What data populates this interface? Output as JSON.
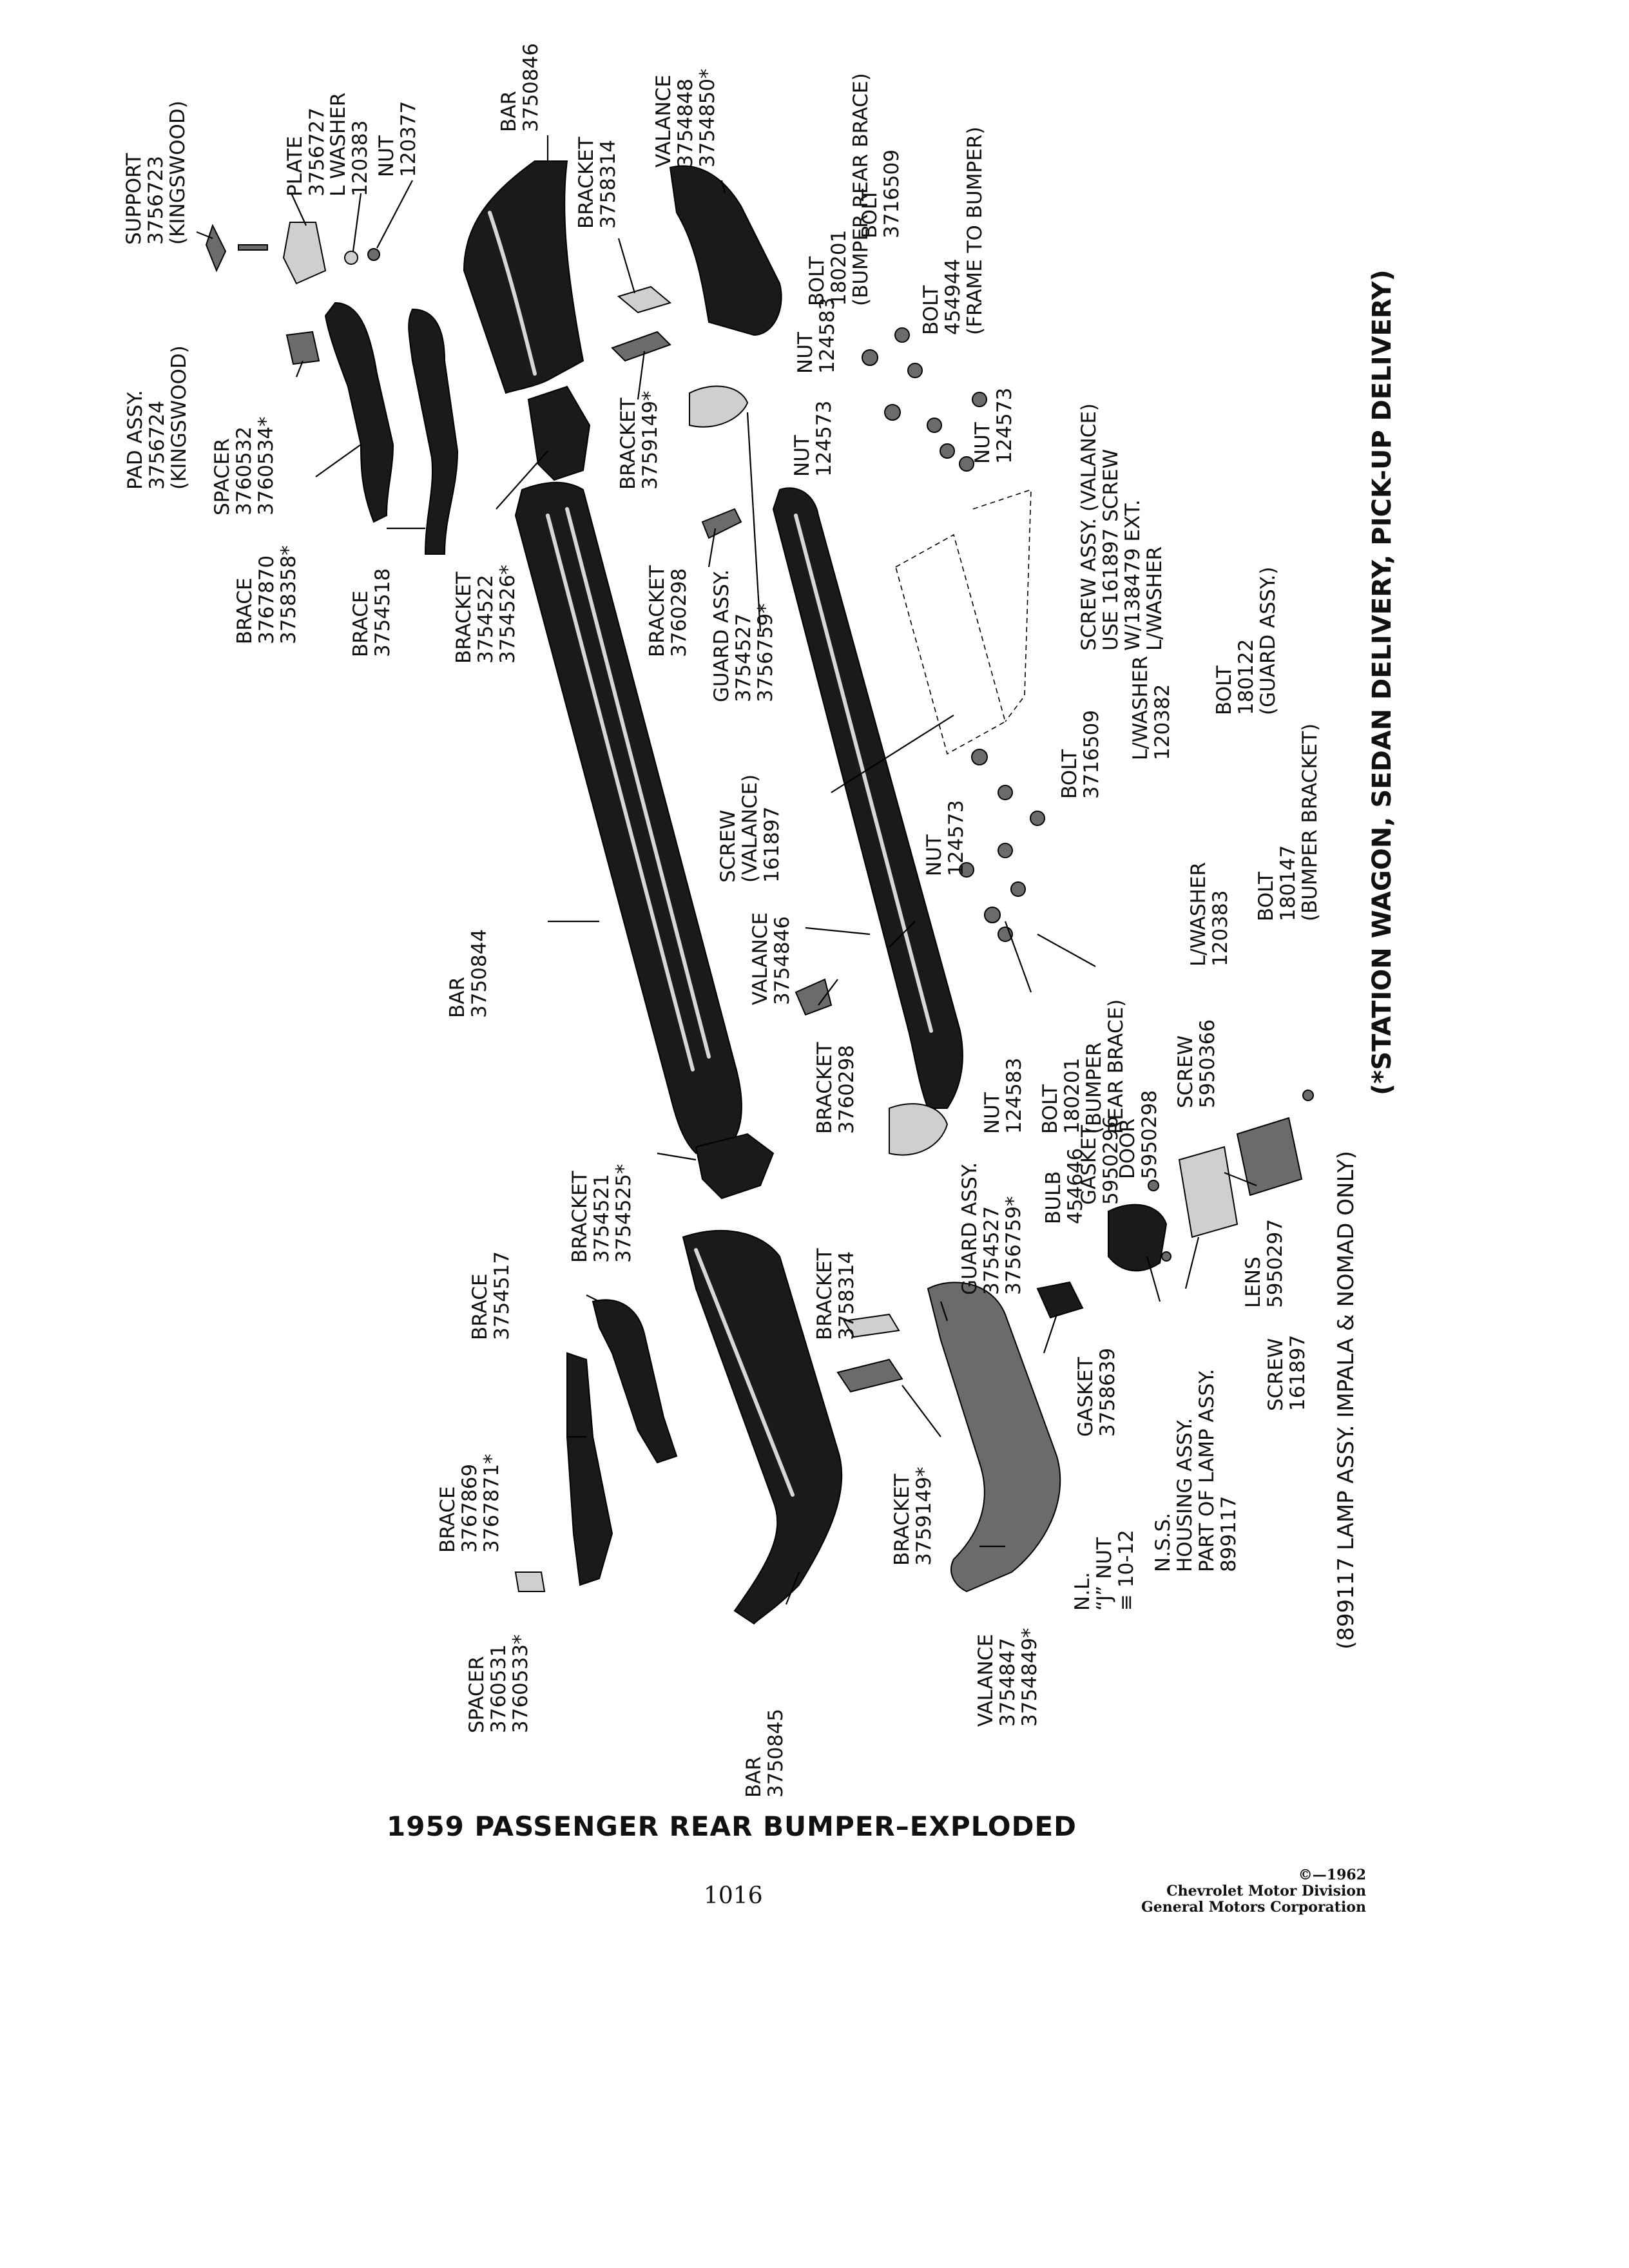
{
  "title": "1959 PASSENGER REAR BUMPER–EXPLODED",
  "page_number": "1016",
  "copyright": {
    "line1": "©—1962",
    "line2": "Chevrolet Motor Division",
    "line3": "General Motors Corporation"
  },
  "notes": {
    "side_main": "(*STATION WAGON, SEDAN DELIVERY, PICK-UP DELIVERY)",
    "side_lamp": "(899117 LAMP ASSY. IMPALA & NOMAD ONLY)"
  },
  "callouts": [
    {
      "id": "support",
      "lines": [
        "SUPPORT",
        "3756723",
        "(KINGSWOOD)"
      ]
    },
    {
      "id": "plate",
      "lines": [
        "PLATE",
        "3756727"
      ]
    },
    {
      "id": "lwasher-120383-top",
      "lines": [
        "L WASHER",
        "120383"
      ]
    },
    {
      "id": "nut-120377",
      "lines": [
        "NUT",
        "120377"
      ]
    },
    {
      "id": "bar-3750846",
      "lines": [
        "BAR",
        "3750846"
      ]
    },
    {
      "id": "pad-assy",
      "lines": [
        "PAD ASSY.",
        "3756724",
        "(KINGSWOOD)"
      ]
    },
    {
      "id": "spacer-3760532",
      "lines": [
        "SPACER",
        "3760532",
        "3760534*"
      ]
    },
    {
      "id": "bracket-3758314-top",
      "lines": [
        "BRACKET",
        "3758314"
      ]
    },
    {
      "id": "valance-3754848",
      "lines": [
        "VALANCE",
        "3754848",
        "3754850*"
      ]
    },
    {
      "id": "bolt-180201-top",
      "lines": [
        "BOLT",
        "180201",
        "(BUMPER REAR BRACE)"
      ]
    },
    {
      "id": "bolt-3716509-top",
      "lines": [
        "BOLT",
        "3716509"
      ]
    },
    {
      "id": "nut-124583-top",
      "lines": [
        "NUT",
        "124583"
      ]
    },
    {
      "id": "nut-124573-a",
      "lines": [
        "NUT",
        "124573"
      ]
    },
    {
      "id": "bolt-454944",
      "lines": [
        "BOLT",
        "454944",
        "(FRAME TO BUMPER)"
      ]
    },
    {
      "id": "nut-124573-b",
      "lines": [
        "NUT",
        "124573"
      ]
    },
    {
      "id": "brace-3767870",
      "lines": [
        "BRACE",
        "3767870",
        "3758358*"
      ]
    },
    {
      "id": "brace-3754518",
      "lines": [
        "BRACE",
        "3754518"
      ]
    },
    {
      "id": "bracket-3754522",
      "lines": [
        "BRACKET",
        "3754522",
        "3754526*"
      ]
    },
    {
      "id": "bracket-3759149-top",
      "lines": [
        "BRACKET",
        "3759149*"
      ]
    },
    {
      "id": "bracket-3760298-top",
      "lines": [
        "BRACKET",
        "3760298"
      ]
    },
    {
      "id": "guard-assy-top",
      "lines": [
        "GUARD ASSY.",
        "3754527",
        "3756759*"
      ]
    },
    {
      "id": "screw-assy",
      "lines": [
        "SCREW ASSY. (VALANCE)",
        "USE 161897 SCREW",
        "W/138479 EXT.",
        "L/WASHER"
      ]
    },
    {
      "id": "bolt-180122",
      "lines": [
        "BOLT",
        "180122",
        "(GUARD ASSY.)"
      ]
    },
    {
      "id": "lwasher-120382",
      "lines": [
        "L/WASHER",
        "120382"
      ]
    },
    {
      "id": "bolt-3716509-mid",
      "lines": [
        "BOLT",
        "3716509"
      ]
    },
    {
      "id": "nut-124573-c",
      "lines": [
        "NUT",
        "124573"
      ]
    },
    {
      "id": "screw-valance",
      "lines": [
        "SCREW",
        "(VALANCE)",
        "161897"
      ]
    },
    {
      "id": "bolt-180147",
      "lines": [
        "BOLT",
        "180147",
        "(BUMPER BRACKET)"
      ]
    },
    {
      "id": "lwasher-120383-mid",
      "lines": [
        "L/WASHER",
        "120383"
      ]
    },
    {
      "id": "bar-3750844",
      "lines": [
        "BAR",
        "3750844"
      ]
    },
    {
      "id": "valance-3754846",
      "lines": [
        "VALANCE",
        "3754846"
      ]
    },
    {
      "id": "nut-124583-low",
      "lines": [
        "NUT",
        "124583"
      ]
    },
    {
      "id": "bolt-180201-low",
      "lines": [
        "BOLT",
        "180201",
        "(BUMPER",
        "REAR BRACE)"
      ]
    },
    {
      "id": "bracket-3760298-low",
      "lines": [
        "BRACKET",
        "3760298"
      ]
    },
    {
      "id": "screw-5950366",
      "lines": [
        "SCREW",
        "5950366"
      ]
    },
    {
      "id": "door-5950298",
      "lines": [
        "DOOR",
        "5950298"
      ]
    },
    {
      "id": "gasket-5950296",
      "lines": [
        "GASKET",
        "5950296"
      ]
    },
    {
      "id": "bulb-454646",
      "lines": [
        "BULB",
        "454646"
      ]
    },
    {
      "id": "guard-assy-low",
      "lines": [
        "GUARD ASSY.",
        "3754527",
        "3756759*"
      ]
    },
    {
      "id": "bracket-3754521",
      "lines": [
        "BRACKET",
        "3754521",
        "3754525*"
      ]
    },
    {
      "id": "brace-3754517",
      "lines": [
        "BRACE",
        "3754517"
      ]
    },
    {
      "id": "bracket-3758314-low",
      "lines": [
        "BRACKET",
        "3758314"
      ]
    },
    {
      "id": "lens-5950297",
      "lines": [
        "LENS",
        "5950297"
      ]
    },
    {
      "id": "screw-161897-low",
      "lines": [
        "SCREW",
        "161897"
      ]
    },
    {
      "id": "gasket-3758639",
      "lines": [
        "GASKET",
        "3758639"
      ]
    },
    {
      "id": "housing-assy",
      "lines": [
        "N.S.S.",
        "HOUSING ASSY.",
        "PART OF LAMP ASSY.",
        "899117"
      ]
    },
    {
      "id": "brace-3767869",
      "lines": [
        "BRACE",
        "3767869",
        "3767871*"
      ]
    },
    {
      "id": "bracket-3759149-low",
      "lines": [
        "BRACKET",
        "3759149*"
      ]
    },
    {
      "id": "nut-j",
      "lines": [
        "N.L.",
        "“J” NUT",
        "≡ 10-12"
      ]
    },
    {
      "id": "spacer-3760531",
      "lines": [
        "SPACER",
        "3760531",
        "3760533*"
      ]
    },
    {
      "id": "bar-3750845",
      "lines": [
        "BAR",
        "3750845"
      ]
    },
    {
      "id": "valance-3754847",
      "lines": [
        "VALANCE",
        "3754847",
        "3754849*"
      ]
    }
  ]
}
